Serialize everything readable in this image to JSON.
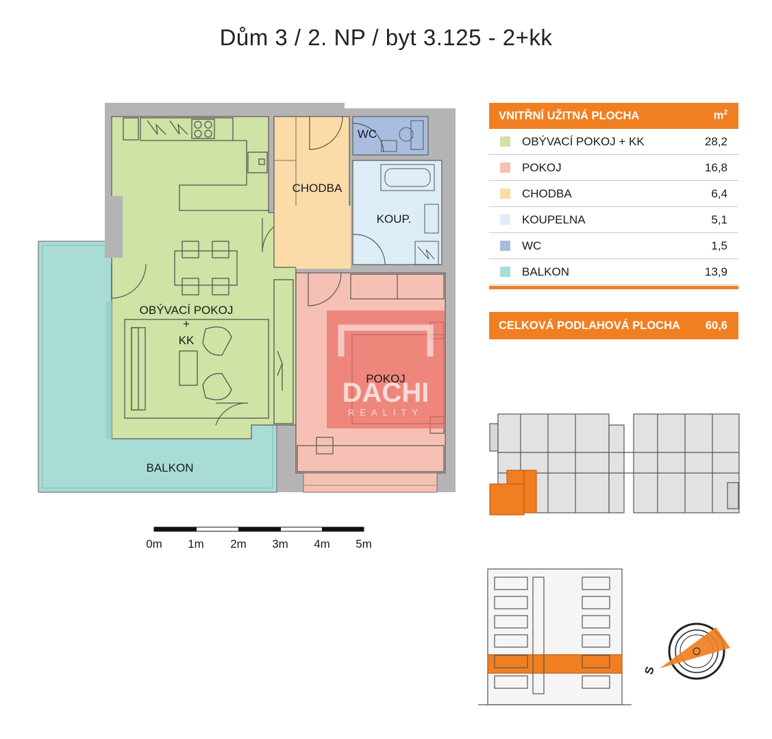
{
  "title": "Dům 3 / 2. NP / byt 3.125 - 2+kk",
  "rooms": {
    "living_line1": "OBÝVACÍ POKOJ",
    "living_line2": "+",
    "living_line3": "KK",
    "chodba": "CHODBA",
    "wc": "WC",
    "koupelna": "KOUP.",
    "pokoj": "POKOJ",
    "balkon": "BALKON"
  },
  "watermark": {
    "brand": "DACHI",
    "sub": "REALITY"
  },
  "area_table": {
    "header": "VNITŘNÍ UŽITNÁ PLOCHA",
    "unit": "m",
    "unit_sup": "2",
    "rows": [
      {
        "name": "OBÝVACÍ POKOJ + KK",
        "value": "28,2",
        "color": "#cfe3a4"
      },
      {
        "name": "POKOJ",
        "value": "16,8",
        "color": "#f6c1b4"
      },
      {
        "name": "CHODBA",
        "value": "6,4",
        "color": "#fbdba7"
      },
      {
        "name": "KOUPELNA",
        "value": "5,1",
        "color": "#dcedf7"
      },
      {
        "name": "WC",
        "value": "1,5",
        "color": "#a8bde0"
      },
      {
        "name": "BALKON",
        "value": "13,9",
        "color": "#a8dcd5"
      }
    ]
  },
  "total": {
    "label": "CELKOVÁ PODLAHOVÁ PLOCHA",
    "value": "60,6"
  },
  "scale": {
    "labels": [
      "0m",
      "1m",
      "2m",
      "3m",
      "4m",
      "5m"
    ]
  },
  "compass": {
    "label": "S"
  },
  "colors": {
    "accent": "#f07f22",
    "wall": "#b4b4b4",
    "living": "#cfe3a4",
    "pokoj": "#f6c1b4",
    "chodba": "#fbdba7",
    "koupelna": "#dcedf7",
    "wc": "#a8bde0",
    "balkon": "#a8dcd5"
  }
}
